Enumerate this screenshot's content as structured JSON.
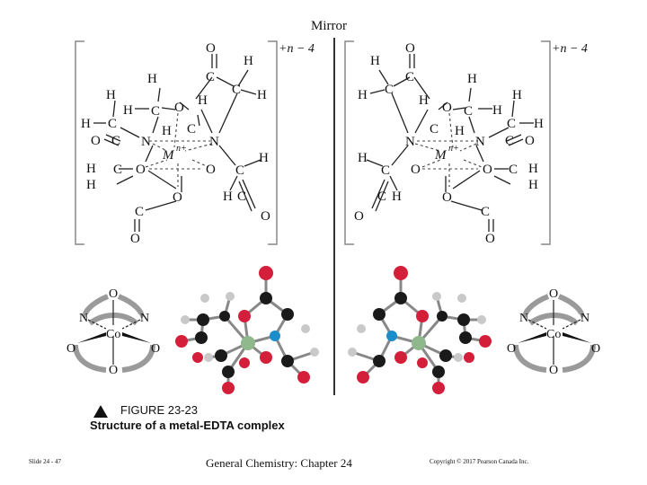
{
  "mirror_label": "Mirror",
  "charge": "+n − 4",
  "metal": "M",
  "metal_charge": "n+",
  "cobalt": "Co",
  "caption": {
    "figure": "FIGURE 23-23",
    "title": "Structure of a metal-EDTA complex"
  },
  "footer": {
    "slide": "Slide 24 - 47",
    "title": "General Chemistry: Chapter 24",
    "copyright": "Copyright © 2017 Pearson Canada Inc."
  },
  "colors": {
    "carbon": "#1a1a1a",
    "oxygen": "#d41f3a",
    "nitrogen": "#1b8ec9",
    "hydrogen": "#c9c9c9",
    "metal": "#8fb88c",
    "ligand_arc": "#9a9a9a"
  }
}
